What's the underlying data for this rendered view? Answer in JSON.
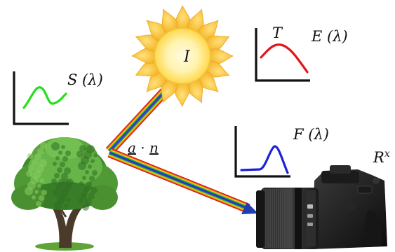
{
  "labels": {
    "sun": "I",
    "illuminant_temperature": "T",
    "illuminant_spectrum": "E (λ)",
    "reflectance_spectrum": "S (λ)",
    "filter_spectrum": "F (λ)",
    "geometry_term": "a · n",
    "camera_response": "R^x"
  },
  "colors": {
    "sun_fill": "#ffd84a",
    "sun_core": "#fffbe0",
    "illuminant_curve": "#e0161a",
    "reflectance_curve": "#22e01a",
    "filter_curve": "#1a22d6",
    "axis": "#111111"
  },
  "objects": {
    "tree": "tree-photo",
    "camera": "dslr-camera-photo",
    "rays": "rainbow-light-rays"
  }
}
